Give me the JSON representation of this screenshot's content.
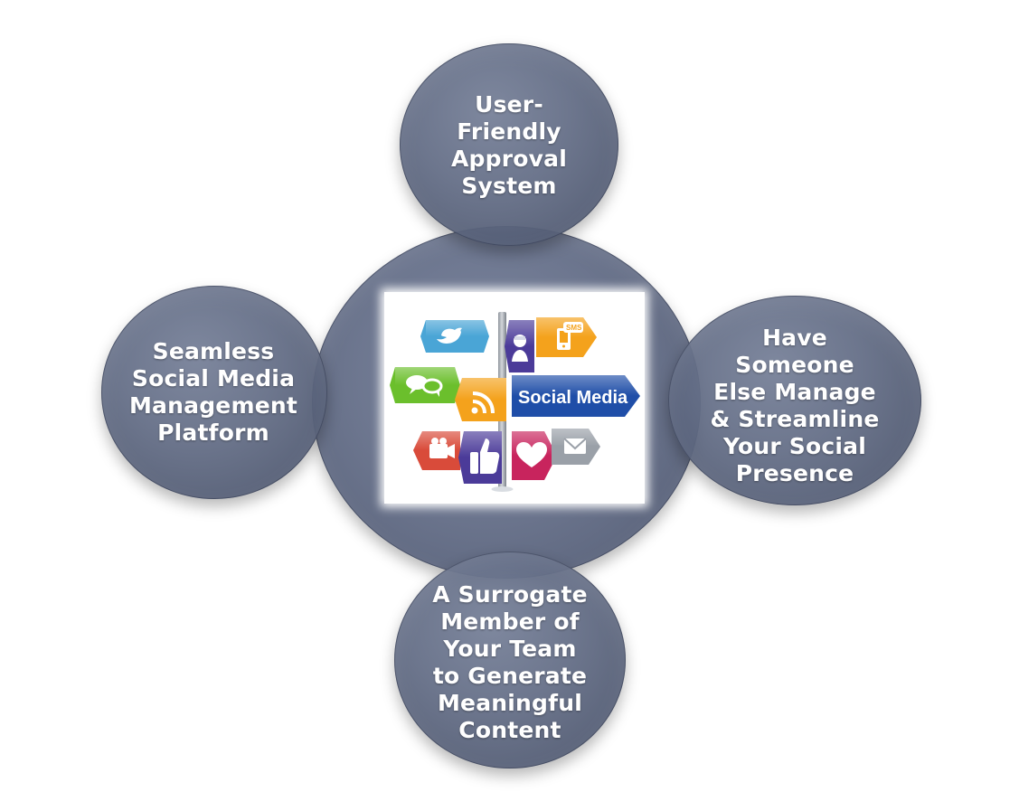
{
  "diagram": {
    "center": {
      "image_label": "Social Media",
      "icons": [
        "bird-icon",
        "user-icon",
        "sms-icon",
        "chat-icon",
        "rss-icon",
        "camera-icon",
        "thumbs-up-icon",
        "heart-icon",
        "mail-icon"
      ]
    },
    "top": {
      "lines": [
        "User-",
        "Friendly",
        "Approval",
        "System"
      ]
    },
    "left": {
      "lines": [
        "Seamless",
        "Social Media",
        "Management",
        "Platform"
      ]
    },
    "right": {
      "lines": [
        "Have",
        "Someone",
        "Else Manage",
        "& Streamline",
        "Your Social",
        "Presence"
      ]
    },
    "bottom": {
      "lines": [
        "A Surrogate",
        "Member of",
        "Your Team",
        "to Generate",
        "Meaningful",
        "Content"
      ]
    },
    "sms_label": "SMS",
    "colors": {
      "circle": "#68718b",
      "text": "#ffffff",
      "sign_blue": "#1f4ea8",
      "sign_green": "#6bbf2c",
      "sign_orange": "#f4a21c",
      "sign_teal": "#4aa5d6",
      "sign_purple": "#4b3b99",
      "sign_red": "#d94b3a",
      "sign_pink": "#c8245d",
      "sign_gray": "#9aa0a8"
    }
  }
}
